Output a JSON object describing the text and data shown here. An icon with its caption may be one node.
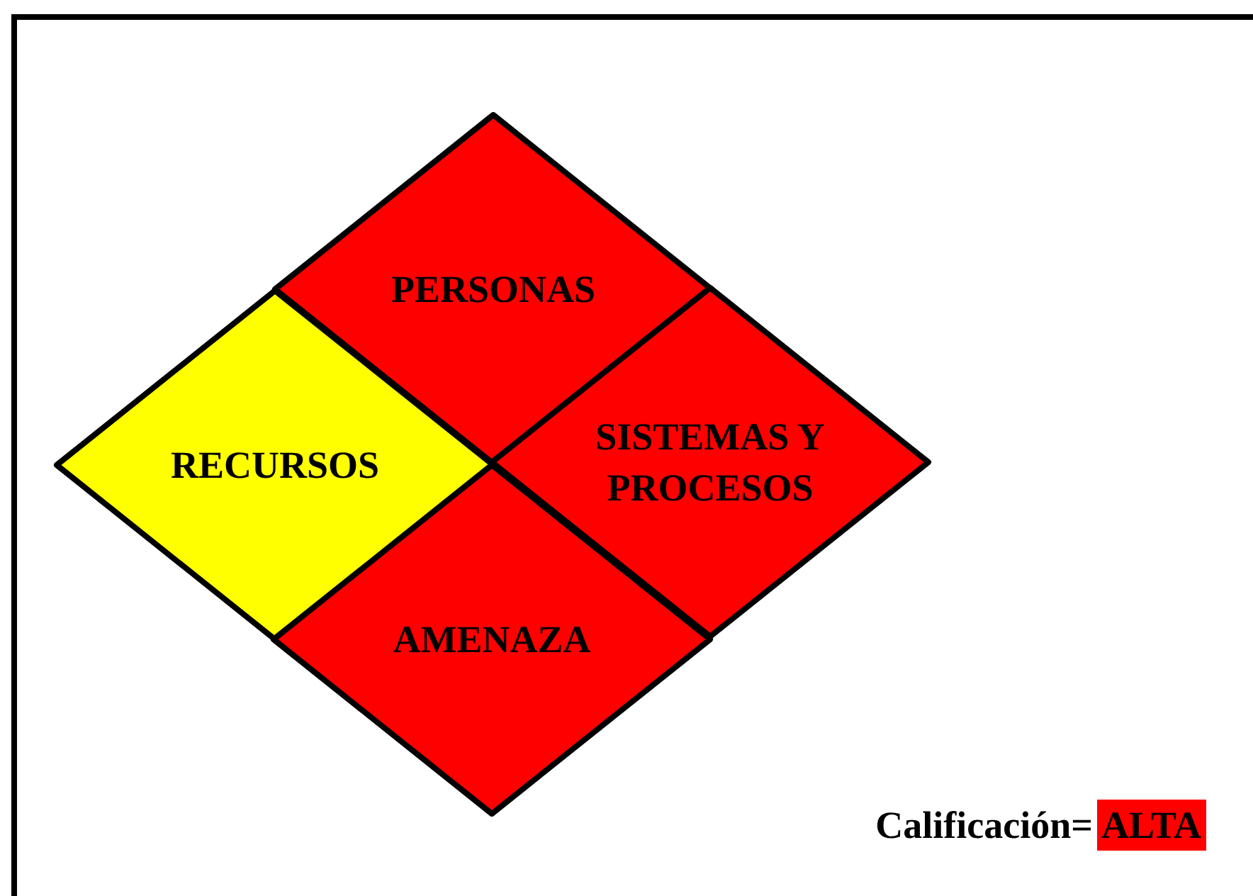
{
  "diagram": {
    "nodes": [
      {
        "text": [
          "PERSONAS"
        ]
      },
      {
        "text": [
          "RECURSOS"
        ]
      },
      {
        "text": [
          "SISTEMAS Y PROCESOS"
        ]
      },
      {
        "text": [
          "AMENAZA"
        ]
      },
      {
        "text": [
          "ALTA"
        ]
      }
    ],
    "labels": [
      "Calificación="
    ]
  }
}
